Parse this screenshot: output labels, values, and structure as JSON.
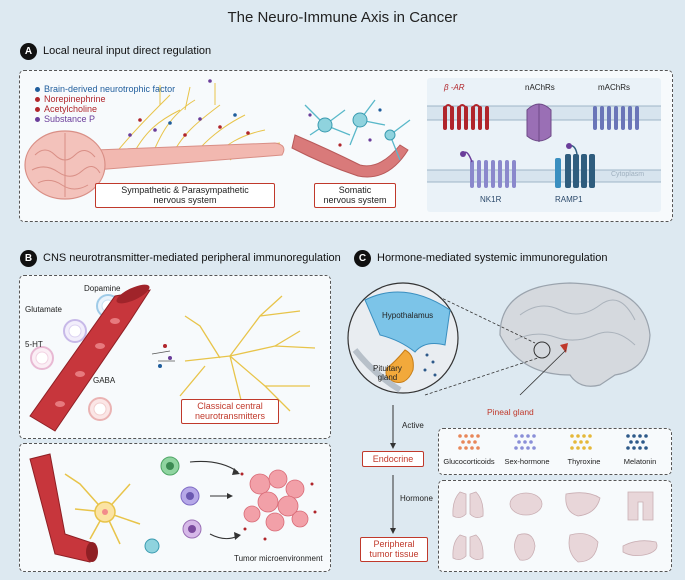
{
  "title": "The Neuro-Immune Axis in Cancer",
  "sectionA": {
    "badge": "A",
    "title": "Local neural input direct regulation",
    "legend": [
      {
        "label": "Brain-derived neurotrophic factor",
        "color": "#1f5d9c"
      },
      {
        "label": "Norepinephrine",
        "color": "#b0252b"
      },
      {
        "label": "Acetylcholine",
        "color": "#b0252b"
      },
      {
        "label": "Substance P",
        "color": "#6a3d9a"
      }
    ],
    "box_sympathetic_line1": "Sympathetic & Parasympathetic",
    "box_sympathetic_line2": "nervous system",
    "box_somatic_line1": "Somatic",
    "box_somatic_line2": "nervous system",
    "receptors": {
      "beta_ar": "β -AR",
      "nachrs": "nAChRs",
      "machrs": "mAChRs",
      "nk1r": "NK1R",
      "ramp1": "RAMP1",
      "cytoplasm": "Cytoplasm"
    }
  },
  "sectionB": {
    "badge": "B",
    "title": "CNS neurotransmitter-mediated peripheral immunoregulation",
    "neurotransmitters": {
      "dopamine": "Dopamine",
      "glutamate": "Glutamate",
      "serotonin": "5-HT",
      "gaba": "GABA"
    },
    "box_classical_line1": "Classical central",
    "box_classical_line2": "neurotransmitters",
    "tumor_label": "Tumor microenvironment"
  },
  "sectionC": {
    "badge": "C",
    "title": "Hormone-mediated systemic immunoregulation",
    "hypothalamus": "Hypothalamus",
    "pituitary_line1": "Pituitary",
    "pituitary_line2": "gland",
    "pineal": "Pineal gland",
    "active": "Active",
    "endocrine": "Endocrine",
    "hormone": "Hormone",
    "peripheral_line1": "Peripheral",
    "peripheral_line2": "tumor tissue",
    "hormones": [
      {
        "label": "Glucocorticoids",
        "color": "#e8875a"
      },
      {
        "label": "Sex-hormone",
        "color": "#8a8fd8"
      },
      {
        "label": "Thyroxine",
        "color": "#e5b83a"
      },
      {
        "label": "Melatonin",
        "color": "#2e5a8a"
      }
    ]
  }
}
